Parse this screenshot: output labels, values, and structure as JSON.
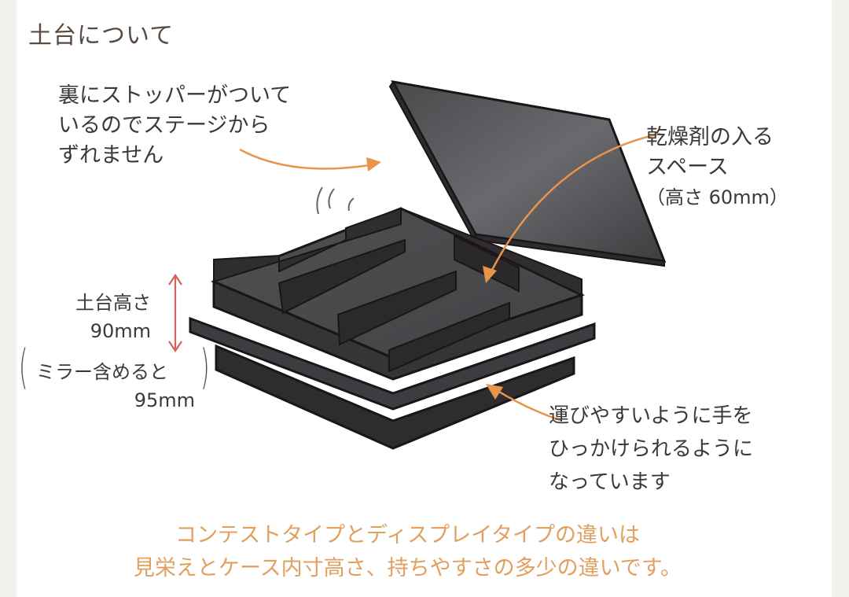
{
  "title": "土台について",
  "callouts": {
    "stopper": {
      "lines": [
        "裏にストッパーがついて",
        "いるのでステージから",
        "ずれません"
      ]
    },
    "desiccant": {
      "lines": [
        "乾燥剤の入る",
        "スペース",
        "（高さ 60mm）"
      ]
    },
    "base_height": {
      "label": "土台高さ",
      "value": "90mm"
    },
    "mirror_height": {
      "label": "ミラー含めると",
      "value": "95mm",
      "open_paren": "(",
      "close_paren": ")"
    },
    "handle": {
      "lines": [
        "運びやすいように手を",
        "ひっかけられるように",
        "なっています"
      ]
    }
  },
  "footer": {
    "lines": [
      "コンテストタイプとディスプレイタイプの違いは",
      "見栄えとケース内寸高さ、持ちやすさの多少の違いです。"
    ]
  },
  "colors": {
    "background": "#f3f1ee",
    "panel": "#ffffff",
    "title_text": "#5a4a40",
    "body_text": "#3a3a3a",
    "accent_arrow": "#e8954a",
    "dimension_arrow": "#d9605a",
    "footer_text": "#e0a060",
    "object_dark": "#3b3a3c",
    "object_outline": "#1a1517"
  }
}
